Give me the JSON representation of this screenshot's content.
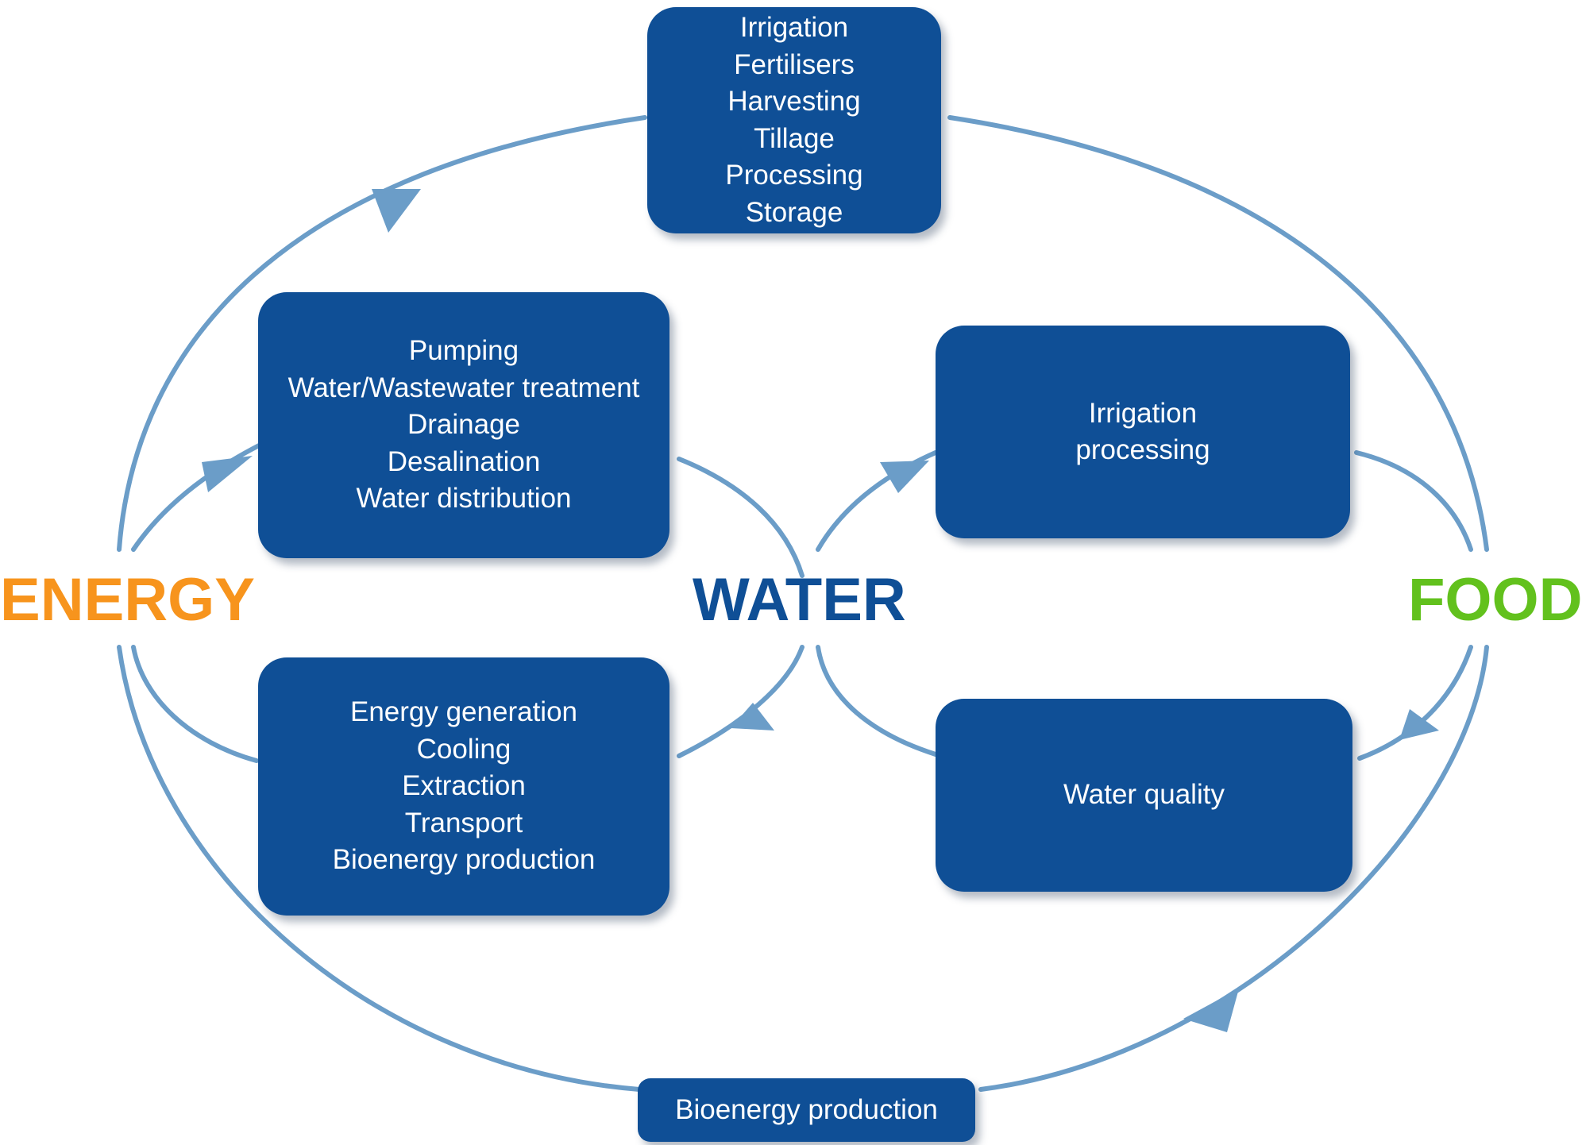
{
  "colors": {
    "box_fill": "#0f4f96",
    "box_text": "#ffffff",
    "connector": "#6b9dc8",
    "energy": "#f7941d",
    "water": "#0f4f96",
    "food": "#62c11d"
  },
  "nodes": {
    "energy": "ENERGY",
    "water": "WATER",
    "food": "FOOD"
  },
  "boxes": {
    "top": [
      "Irrigation",
      "Fertilisers",
      "Harvesting",
      "Tillage",
      "Processing",
      "Storage"
    ],
    "water_energy": [
      "Pumping",
      "Water/Wastewater treatment",
      "Drainage",
      "Desalination",
      "Water distribution"
    ],
    "energy_water": [
      "Energy generation",
      "Cooling",
      "Extraction",
      "Transport",
      "Bioenergy production"
    ],
    "water_food": [
      "Irrigation",
      "processing"
    ],
    "food_water": [
      "Water quality"
    ],
    "bottom": [
      "Bioenergy production"
    ]
  }
}
